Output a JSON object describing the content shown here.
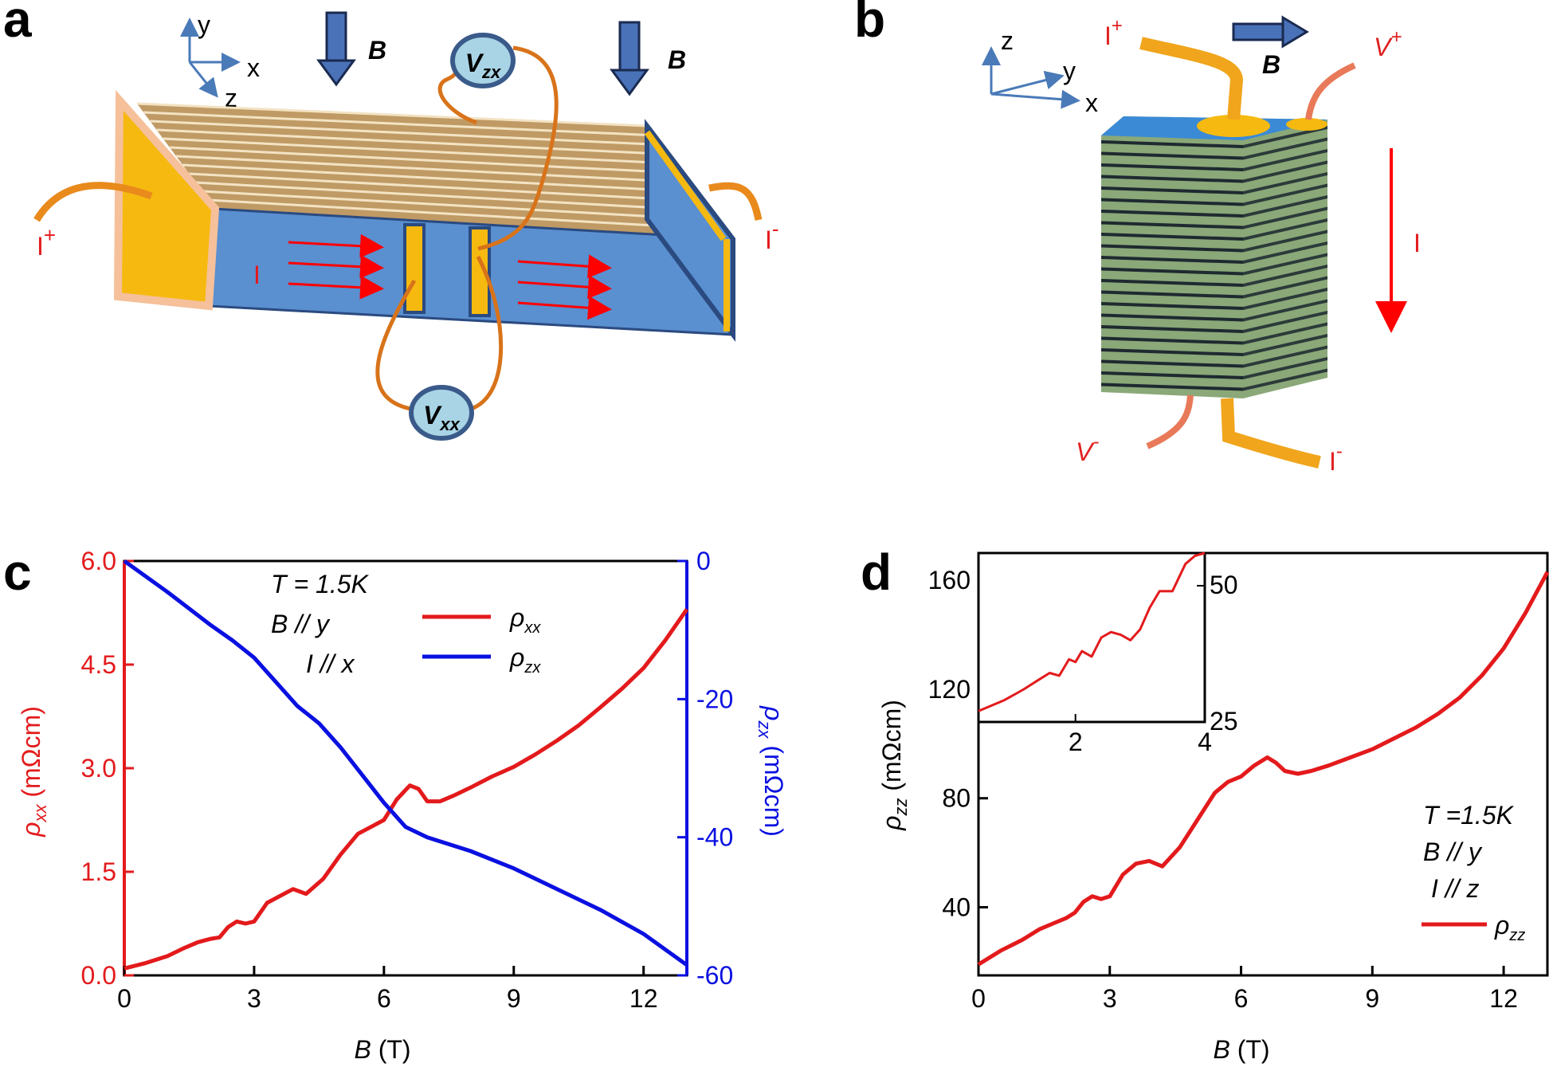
{
  "panels": {
    "a": {
      "letter": "a",
      "axes": {
        "y": "y",
        "x": "x",
        "z": "z"
      },
      "field_label": "B",
      "current_label": "I",
      "terminal_plus": "I",
      "terminal_plus_sup": "+",
      "terminal_minus": "I",
      "terminal_minus_sup": "-",
      "meter_top": {
        "main": "V",
        "sub": "zx"
      },
      "meter_bottom": {
        "main": "V",
        "sub": "xx"
      }
    },
    "b": {
      "letter": "b",
      "axes": {
        "z": "z",
        "y": "y",
        "x": "x"
      },
      "field_label": "B",
      "current_label": "I",
      "i_plus": "I",
      "i_plus_sup": "+",
      "i_minus": "I",
      "i_minus_sup": "-",
      "v_plus": "V",
      "v_plus_sup": "+",
      "v_minus": "V",
      "v_minus_sup": "-"
    },
    "c": {
      "letter": "c"
    },
    "d": {
      "letter": "d"
    }
  },
  "chart_data": [
    {
      "panel": "c",
      "type": "line",
      "xlabel": {
        "main": "B",
        "unit": " (T)"
      },
      "ylabel_left": {
        "main": "ρ",
        "sub": "xx",
        "unit": " (mΩcm)"
      },
      "ylabel_right": {
        "main": "ρ",
        "sub": "zx",
        "unit": " (mΩcm)"
      },
      "xlim": [
        0,
        13
      ],
      "ylim_left": [
        0,
        6
      ],
      "ylim_right": [
        -60,
        0
      ],
      "xticks": [
        "0",
        "3",
        "6",
        "9",
        "12"
      ],
      "yticks_left": [
        "0.0",
        "1.5",
        "3.0",
        "4.5",
        "6.0"
      ],
      "yticks_right": [
        "-60",
        "-40",
        "-20",
        "0"
      ],
      "annotation": [
        "T = 1.5K",
        "B // y",
        "I // x"
      ],
      "legend": [
        {
          "main": "ρ",
          "sub": "xx",
          "color": "#e31a1c"
        },
        {
          "main": "ρ",
          "sub": "zx",
          "color": "#0a10e0"
        }
      ],
      "series": [
        {
          "name": "ρxx",
          "axis": "left",
          "color": "#e31a1c",
          "x": [
            0,
            0.5,
            1.0,
            1.4,
            1.7,
            2.0,
            2.2,
            2.4,
            2.6,
            2.8,
            3.0,
            3.3,
            3.6,
            3.9,
            4.2,
            4.6,
            5.0,
            5.4,
            5.7,
            6.0,
            6.3,
            6.6,
            6.8,
            7.0,
            7.3,
            7.6,
            8.0,
            8.5,
            9.0,
            9.5,
            10.0,
            10.5,
            11.0,
            11.5,
            12.0,
            12.5,
            13.0
          ],
          "y": [
            0.1,
            0.18,
            0.28,
            0.4,
            0.48,
            0.53,
            0.55,
            0.7,
            0.78,
            0.75,
            0.78,
            1.05,
            1.15,
            1.25,
            1.18,
            1.4,
            1.75,
            2.05,
            2.15,
            2.25,
            2.55,
            2.75,
            2.7,
            2.52,
            2.52,
            2.6,
            2.72,
            2.88,
            3.02,
            3.2,
            3.4,
            3.62,
            3.88,
            4.15,
            4.45,
            4.85,
            5.3
          ]
        },
        {
          "name": "ρzx",
          "axis": "right",
          "color": "#0a10e0",
          "x": [
            0,
            1.0,
            2.0,
            2.5,
            3.0,
            3.5,
            4.0,
            4.5,
            5.0,
            5.5,
            6.0,
            6.5,
            7.0,
            8.0,
            9.0,
            10.0,
            11.0,
            12.0,
            13.0
          ],
          "y": [
            0,
            -4.5,
            -9.3,
            -11.5,
            -14.0,
            -17.5,
            -21.0,
            -23.5,
            -27.0,
            -31.0,
            -35.0,
            -38.5,
            -40.0,
            -42.0,
            -44.5,
            -47.5,
            -50.5,
            -54.0,
            -58.5
          ]
        }
      ]
    },
    {
      "panel": "d",
      "type": "line",
      "xlabel": {
        "main": "B",
        "unit": " (T)"
      },
      "ylabel": {
        "main": "ρ",
        "sub": "zz",
        "unit": " (mΩcm)"
      },
      "xlim": [
        0,
        13
      ],
      "ylim": [
        15,
        170
      ],
      "xticks": [
        "0",
        "3",
        "6",
        "9",
        "12"
      ],
      "yticks": [
        "40",
        "80",
        "120",
        "160"
      ],
      "annotation": [
        "T =1.5K",
        "B // y",
        "I // z"
      ],
      "legend": [
        {
          "main": "ρ",
          "sub": "zz",
          "color": "#e31a1c"
        }
      ],
      "series": [
        {
          "name": "ρzz",
          "color": "#e31a1c",
          "x": [
            0,
            0.5,
            1.0,
            1.4,
            1.7,
            2.0,
            2.2,
            2.4,
            2.6,
            2.8,
            3.0,
            3.3,
            3.6,
            3.9,
            4.2,
            4.6,
            5.0,
            5.4,
            5.7,
            6.0,
            6.3,
            6.6,
            6.8,
            7.0,
            7.3,
            7.6,
            8.0,
            8.5,
            9.0,
            9.5,
            10.0,
            10.5,
            11.0,
            11.5,
            12.0,
            12.5,
            13.0
          ],
          "y": [
            19,
            24,
            28,
            32,
            34,
            36,
            38,
            42,
            44,
            43,
            44,
            52,
            56,
            57,
            55,
            62,
            72,
            82,
            86,
            88,
            92,
            95,
            93,
            90,
            89,
            90,
            92,
            95,
            98,
            102,
            106,
            111,
            117,
            125,
            135,
            148,
            163
          ]
        }
      ],
      "inset": {
        "xlim": [
          0.5,
          4
        ],
        "ylim": [
          25,
          56
        ],
        "xticks": [
          "2",
          "4"
        ],
        "yticks": [
          "25",
          "50"
        ],
        "series": [
          {
            "name": "ρzz",
            "color": "#e31a1c",
            "x": [
              0.5,
              0.9,
              1.2,
              1.4,
              1.6,
              1.75,
              1.9,
              2.0,
              2.1,
              2.25,
              2.4,
              2.55,
              2.7,
              2.85,
              3.0,
              3.15,
              3.3,
              3.5,
              3.7,
              3.85,
              4.0
            ],
            "y": [
              27,
              29,
              31,
              32.5,
              34,
              33.5,
              36.5,
              36,
              38,
              37,
              40.5,
              41.5,
              41,
              40,
              42,
              46,
              49,
              49,
              54,
              55.5,
              56
            ]
          }
        ]
      }
    }
  ]
}
